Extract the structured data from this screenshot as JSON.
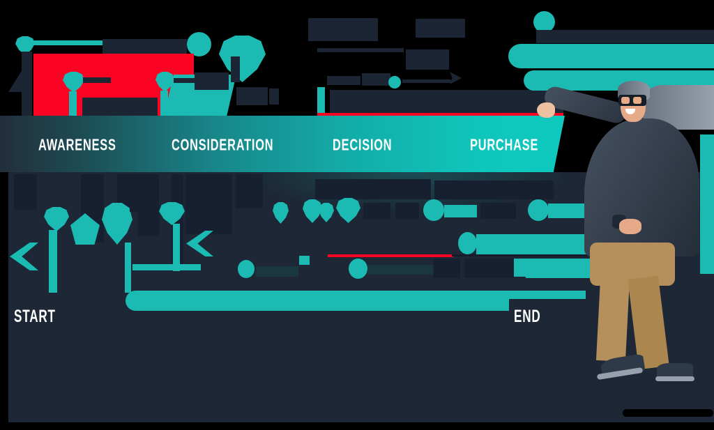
{
  "stage_bar": {
    "stages": [
      {
        "label": "AWARENESS"
      },
      {
        "label": "CONSIDERATION"
      },
      {
        "label": "DECISION"
      },
      {
        "label": "PURCHASE"
      }
    ]
  },
  "journey": {
    "start_label": "START",
    "end_label": "END"
  },
  "icons": {
    "map_pin": "css-heptagon-pin",
    "chevron_left": "css-left-chevron",
    "circle_marker": "css-circle",
    "flag_pin": "css-flag-pole",
    "arrow_right": "css-right-arrow",
    "pentagon_marker": "css-pentagon"
  },
  "colors": {
    "background": "#000000",
    "teal": "#1bbab3",
    "red": "#fb0322",
    "navy_panel": "#1d2735",
    "bar_dark": "#1c2534",
    "bar_darker": "#162031",
    "band_gradient_start": "#222e3c",
    "band_gradient_end": "#0ec9bf",
    "label_white": "#ffffff",
    "gray_streak": "#7d8694",
    "skin": "#e6aa88",
    "jacket": "#323c49",
    "pants": "#b5905c"
  }
}
